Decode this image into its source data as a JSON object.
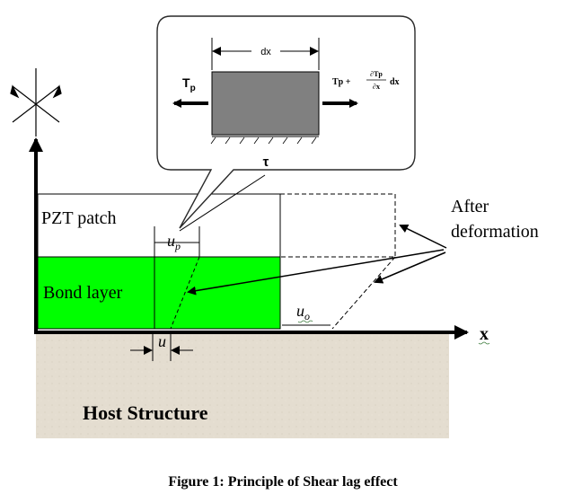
{
  "diagram": {
    "inset": {
      "element_width": "dx",
      "left_force": "T",
      "left_force_sub": "p",
      "right_force_lhs": "Tp +",
      "right_force_numerator": "∂Tp",
      "right_force_denominator": "∂x",
      "right_force_tail": "dx",
      "shear_stress": "τ"
    },
    "layers": {
      "pzt": "PZT patch",
      "bond": "Bond layer",
      "host": "Host Structure"
    },
    "annotations": {
      "after_line1": "After",
      "after_line2": "deformation",
      "u_p": "u",
      "u_p_sub": "p",
      "u_o": "u",
      "u_o_sub": "o",
      "u": "u",
      "x_axis": "x"
    },
    "caption": "Figure 1:  Principle of Shear lag effect"
  },
  "colors": {
    "bond_layer": "#00ff00",
    "host_structure": "#e4ddd0",
    "element_fill": "#808080",
    "inset_border": "#2a2a2a",
    "axis": "#000000"
  }
}
